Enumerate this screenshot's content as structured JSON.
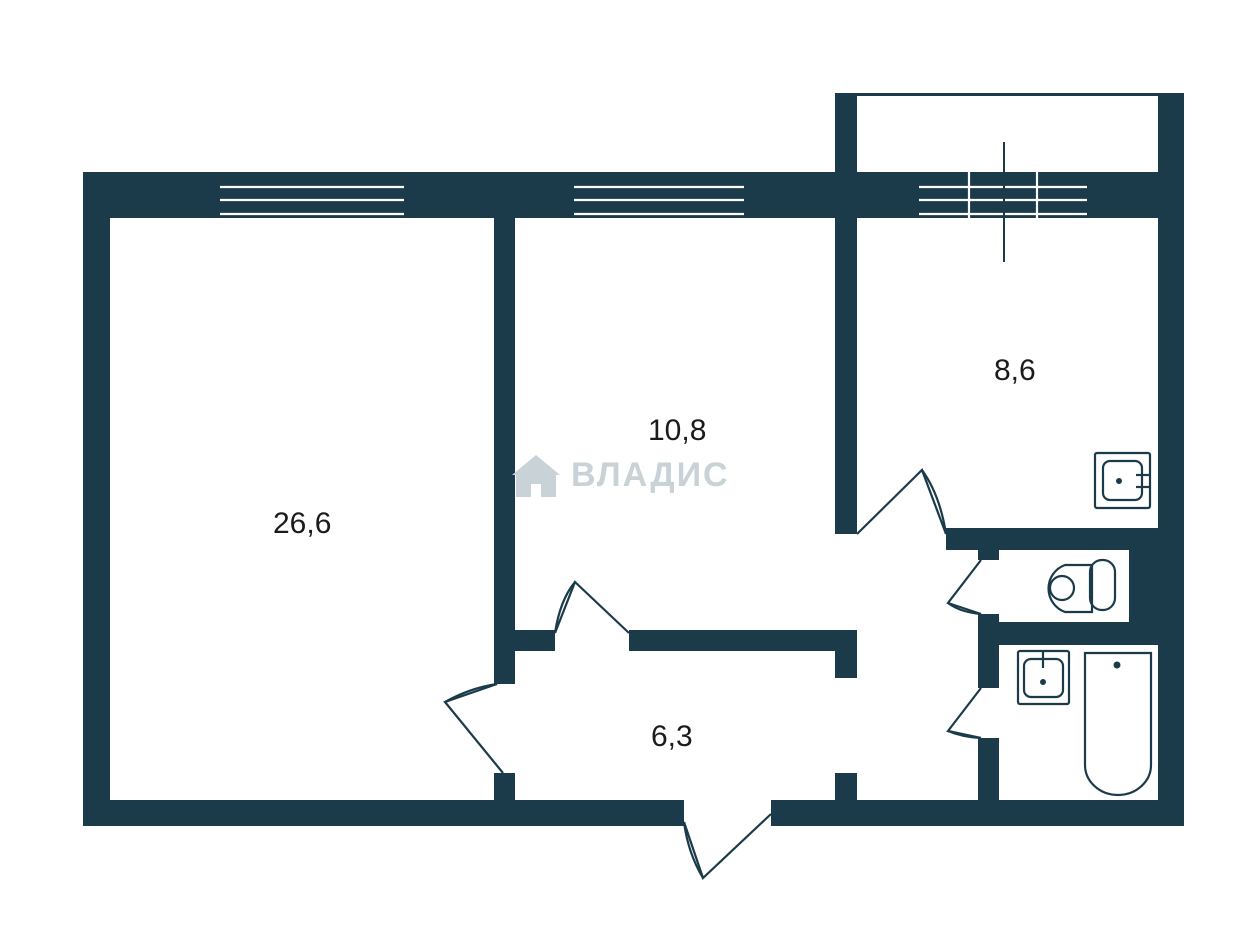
{
  "rooms": {
    "living_room_area": "26,6",
    "bedroom_area": "10,8",
    "kitchen_area": "8,6",
    "hallway_area": "6,3"
  },
  "watermark": {
    "text": "ВЛАДИС",
    "icon": "house-logo-icon"
  },
  "colors": {
    "wall": "#1b3b4a",
    "label": "#1b1b1b",
    "watermark": "#c9d2d7"
  }
}
